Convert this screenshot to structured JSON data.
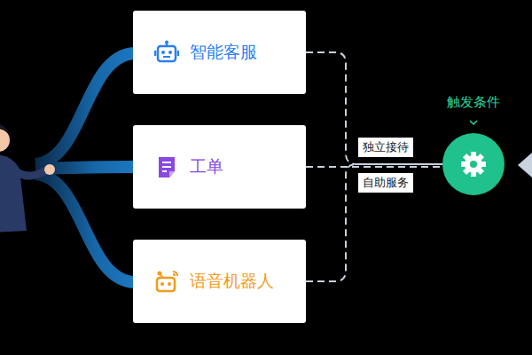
{
  "diagram": {
    "nodes": [
      {
        "text": [
          "智能客服"
        ]
      },
      {
        "text": [
          "工单"
        ]
      },
      {
        "text": [
          "语音机器人"
        ]
      },
      {
        "text": [
          "触发条件"
        ]
      }
    ],
    "edges": [
      {
        "from": 0,
        "to": 3,
        "arrow": "none",
        "label": "独立接待"
      },
      {
        "from": 1,
        "to": 3,
        "arrow": "none"
      },
      {
        "from": 2,
        "to": 3,
        "arrow": "none",
        "label": "自助服务"
      }
    ]
  }
}
